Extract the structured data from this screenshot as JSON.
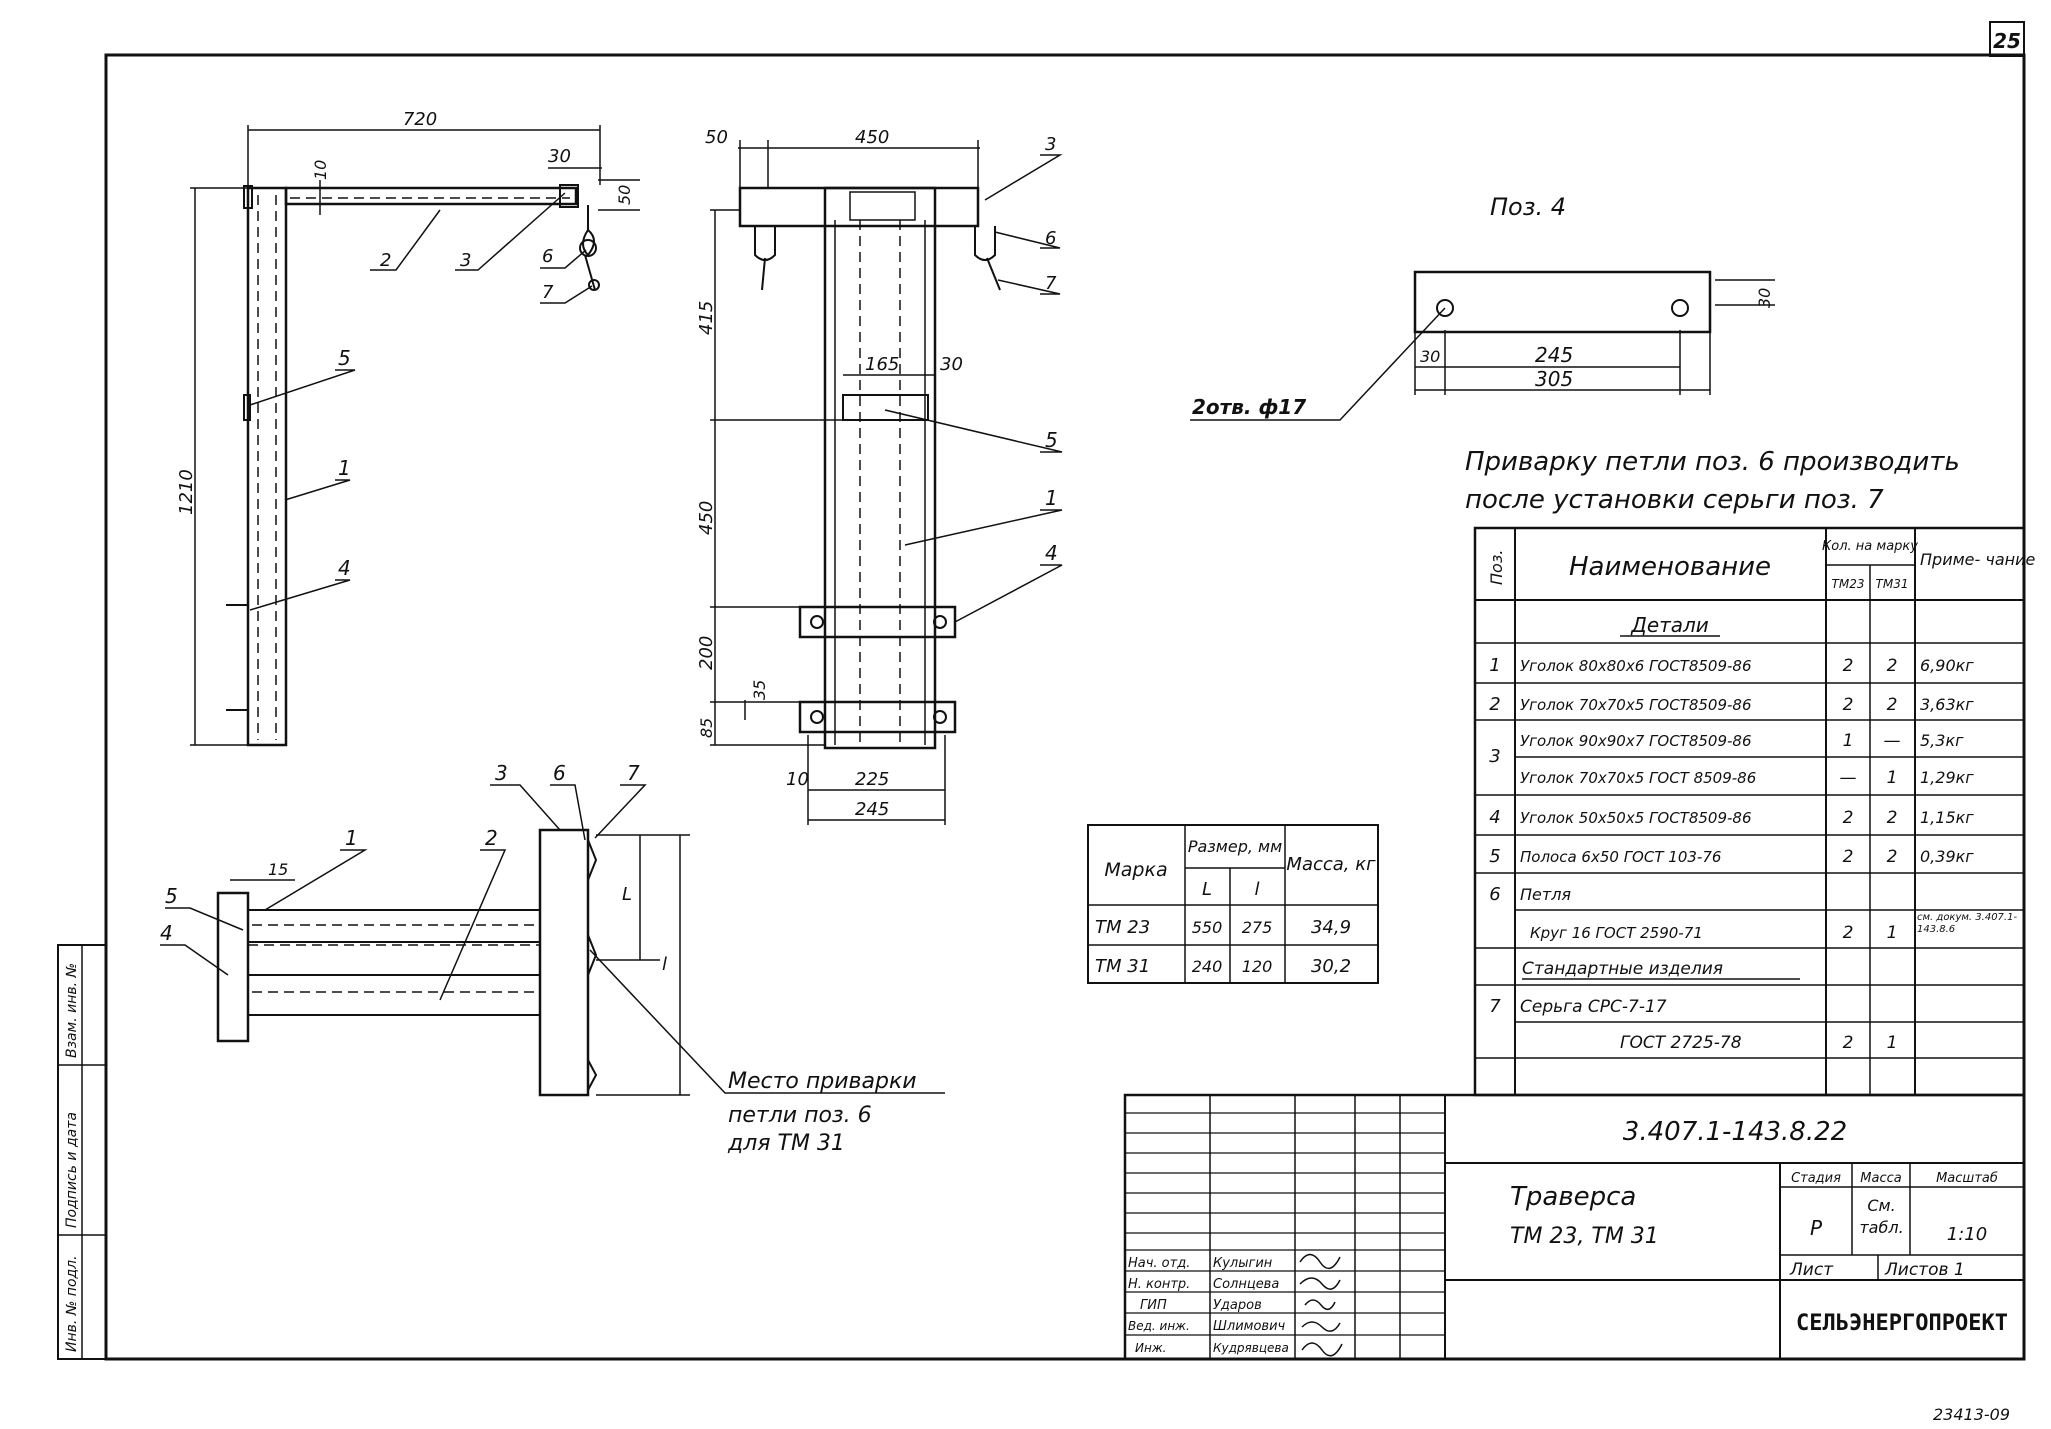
{
  "page_number": "25",
  "archive_number": "23413-09",
  "drawing_labels": {
    "dim_720": "720",
    "dim_10": "10",
    "dim_30_top": "30",
    "dim_50_right": "50",
    "dim_1210": "1210",
    "dim_50_front": "50",
    "dim_450_top": "450",
    "dim_415": "415",
    "dim_165": "165",
    "dim_30_mid": "30",
    "dim_450_mid": "450",
    "dim_200": "200",
    "dim_35": "35",
    "dim_85": "85",
    "dim_10_bottom": "10",
    "dim_225": "225",
    "dim_245": "245",
    "dim_15": "15",
    "dim_L": "L",
    "dim_l": "l",
    "pos_1": "1",
    "pos_2": "2",
    "pos_3": "3",
    "pos_4": "4",
    "pos_5": "5",
    "pos_6": "6",
    "pos_7": "7"
  },
  "pos4_detail": {
    "title": "Поз. 4",
    "hole_label": "2отв. ф17",
    "dim_30_h": "30",
    "dim_30": "30",
    "dim_245": "245",
    "dim_305": "305"
  },
  "weld_note": {
    "line1": "Место приварки",
    "line2": "петли поз. 6",
    "line3": "для ТМ 31"
  },
  "note": {
    "line1": "Приварку петли поз. 6 производить",
    "line2": "после установки серьги поз. 7"
  },
  "size_table": {
    "headers": [
      "Марка",
      "Размер, мм",
      "Масса, кг"
    ],
    "subheaders": [
      "L",
      "l"
    ],
    "rows": [
      [
        "ТМ 23",
        "550",
        "275",
        "34,9"
      ],
      [
        "ТМ 31",
        "240",
        "120",
        "30,2"
      ]
    ]
  },
  "spec_table": {
    "header_pos": "Поз.",
    "header_name": "Наименование",
    "header_qty": "Кол. на марку",
    "header_qty_a": "ТМ23",
    "header_qty_b": "ТМ31",
    "header_note": "Приме- чание",
    "section_details": "Детали",
    "section_standard": "Стандартные изделия",
    "rows": [
      {
        "pos": "1",
        "name": "Уголок 80x80x6 ГОСТ8509-86",
        "a": "2",
        "b": "2",
        "note": "6,90кг"
      },
      {
        "pos": "2",
        "name": "Уголок 70x70x5 ГОСТ8509-86",
        "a": "2",
        "b": "2",
        "note": "3,63кг"
      },
      {
        "pos": "3",
        "name": "Уголок 90x90x7 ГОСТ8509-86",
        "a": "1",
        "b": "—",
        "note": "5,3кг"
      },
      {
        "pos": "",
        "name": "Уголок 70x70x5 ГОСТ 8509-86",
        "a": "—",
        "b": "1",
        "note": "1,29кг"
      },
      {
        "pos": "4",
        "name": "Уголок 50x50x5 ГОСТ8509-86",
        "a": "2",
        "b": "2",
        "note": "1,15кг"
      },
      {
        "pos": "5",
        "name": "Полоса 6x50 ГОСТ 103-76",
        "a": "2",
        "b": "2",
        "note": "0,39кг"
      },
      {
        "pos": "6",
        "name": "Петля",
        "a": "",
        "b": "",
        "note": ""
      },
      {
        "pos": "",
        "name": "Круг 16 ГОСТ 2590-71",
        "a": "2",
        "b": "1",
        "note": "см. докум. 3.407.1-143.8.6"
      },
      {
        "pos": "7",
        "name": "Серьга СРС-7-17",
        "a": "",
        "b": "",
        "note": ""
      },
      {
        "pos": "",
        "name": "ГОСТ 2725-78",
        "a": "2",
        "b": "1",
        "note": ""
      }
    ]
  },
  "title_block": {
    "doc_code": "3.407.1-143.8.22",
    "item_name": "Траверса",
    "item_marks": "ТМ 23, ТМ 31",
    "stage_label": "Стадия",
    "mass_label": "Масса",
    "scale_label": "Масштаб",
    "stage_value": "Р",
    "mass_value": "См. табл.",
    "scale_value": "1:10",
    "sheet_label": "Лист",
    "sheets_label": "Листов 1",
    "organization": "СЕЛЬЭНЕРГОПРОЕКТ",
    "signatures": [
      {
        "role": "Нач. отд.",
        "name": "Кулыгин"
      },
      {
        "role": "Н. контр.",
        "name": "Солнцева"
      },
      {
        "role": "ГИП",
        "name": "Ударов"
      },
      {
        "role": "Вед. инж.",
        "name": "Шлимович"
      },
      {
        "role": "Инж.",
        "name": "Кудрявцева"
      }
    ]
  },
  "left_stamp": [
    "Инв. № подл.",
    "Подпись и дата",
    "Взам. инв. №"
  ]
}
